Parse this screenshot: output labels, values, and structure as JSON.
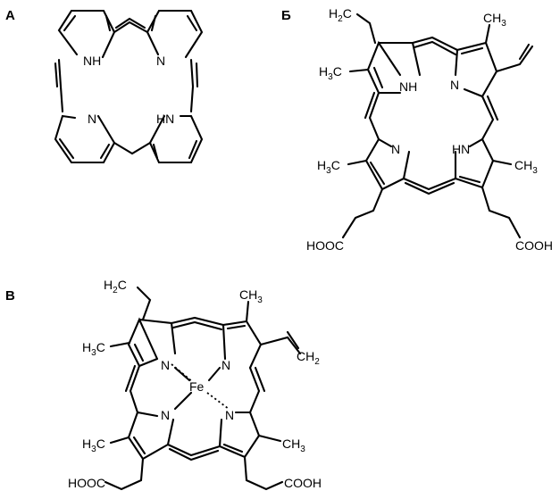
{
  "panels": [
    {
      "id": "A",
      "label": "А",
      "atoms": {
        "nh_top": "NH",
        "n_top": "N",
        "n_bottom": "N",
        "hn_bottom": "HN"
      }
    },
    {
      "id": "B",
      "label": "Б",
      "atoms": {
        "vinyl_left_h2c": "H2C",
        "ch3_top_right": "CH3",
        "ch3_left": "H3C",
        "nh_top": "NH",
        "n_top": "N",
        "n_bottom": "N",
        "hn_bottom": "HN",
        "ch3_bottom_left": "H3C",
        "ch3_bottom_right": "CH3",
        "cooh_left": "HOOC",
        "cooh_right": "COOH"
      }
    },
    {
      "id": "C",
      "label": "В",
      "atoms": {
        "vinyl_h2c_top": "H2C",
        "ch3_top_right": "CH3",
        "ch3_left": "H3C",
        "vinyl_ch2_right": "CH2",
        "n_tl": "N",
        "n_tr": "N",
        "fe": "Fe",
        "n_bl": "N",
        "n_br": "N",
        "ch3_bottom_left": "H3C",
        "ch3_bottom_right": "CH3",
        "cooh_left": "HOOC",
        "cooh_right": "COOH"
      }
    }
  ]
}
